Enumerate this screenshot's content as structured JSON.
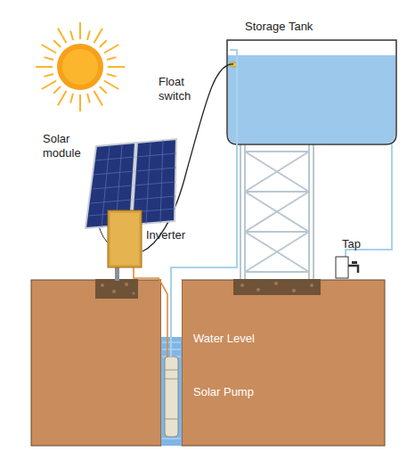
{
  "diagram": {
    "labels": [
      "Storage Tank",
      "Float switch",
      "Solar module",
      "Inverter",
      "Tap",
      "Water Level",
      "Solar Pump"
    ]
  }
}
